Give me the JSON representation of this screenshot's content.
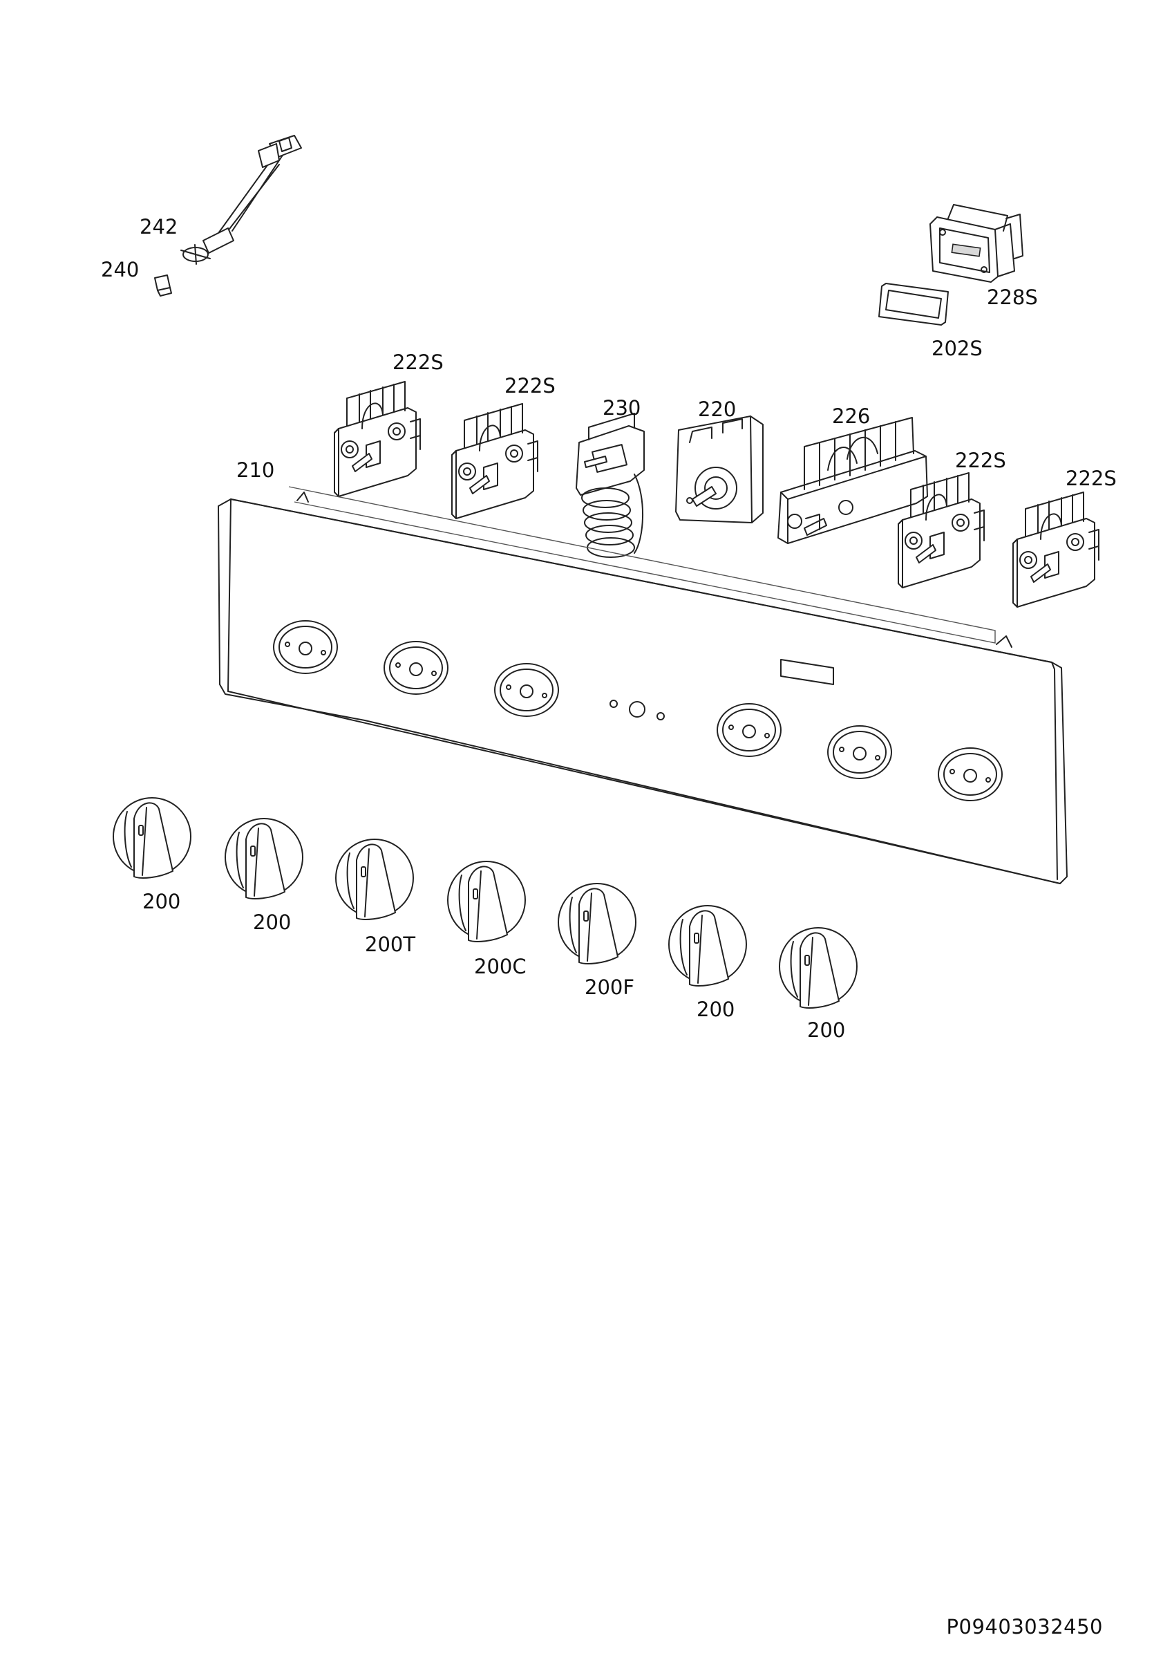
{
  "diagram": {
    "document_id": "P09403032450",
    "parts": [
      {
        "id": "242",
        "label": "242"
      },
      {
        "id": "240",
        "label": "240"
      },
      {
        "id": "228s",
        "label": "228S"
      },
      {
        "id": "202s",
        "label": "202S"
      },
      {
        "id": "222s-1",
        "label": "222S"
      },
      {
        "id": "222s-2",
        "label": "222S"
      },
      {
        "id": "230",
        "label": "230"
      },
      {
        "id": "220",
        "label": "220"
      },
      {
        "id": "226",
        "label": "226"
      },
      {
        "id": "222s-3",
        "label": "222S"
      },
      {
        "id": "222s-4",
        "label": "222S"
      },
      {
        "id": "210",
        "label": "210"
      },
      {
        "id": "knob-1",
        "label": "200"
      },
      {
        "id": "knob-2",
        "label": "200"
      },
      {
        "id": "knob-3",
        "label": "200T"
      },
      {
        "id": "knob-4",
        "label": "200C"
      },
      {
        "id": "knob-5",
        "label": "200F"
      },
      {
        "id": "knob-6",
        "label": "200"
      },
      {
        "id": "knob-7",
        "label": "200"
      }
    ]
  }
}
